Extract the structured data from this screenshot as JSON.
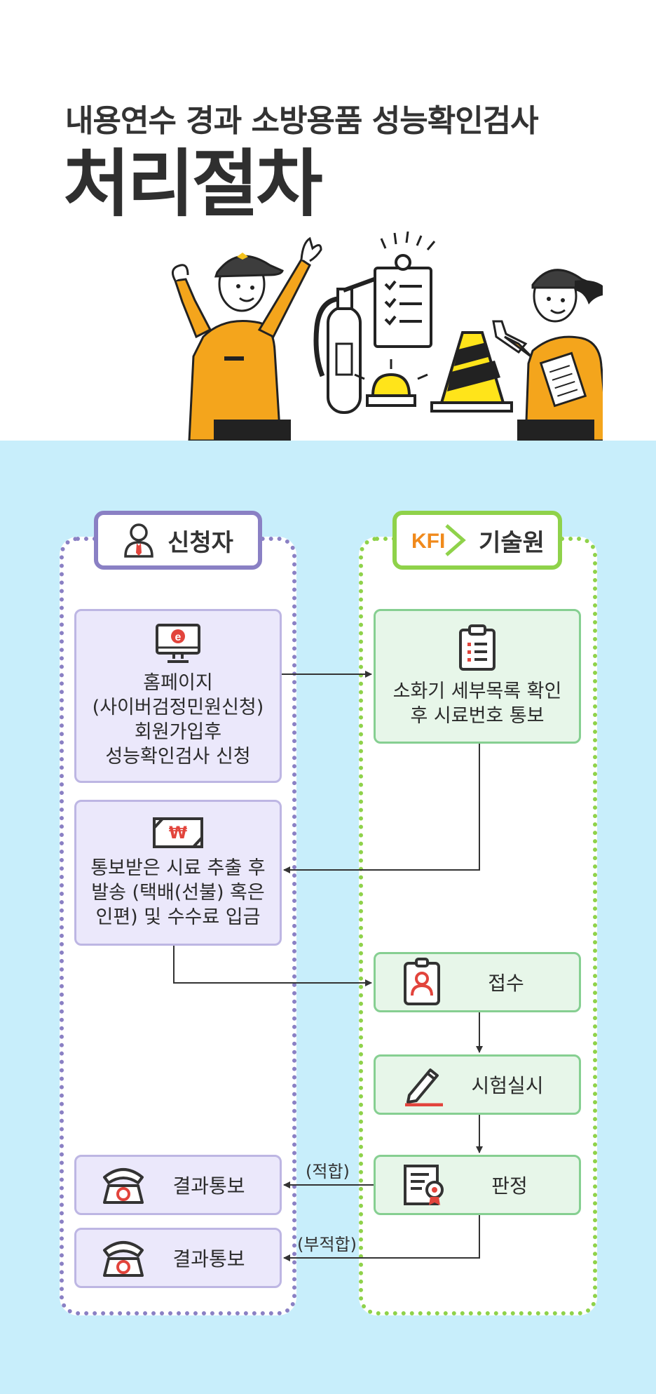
{
  "header": {
    "subtitle": "내용연수 경과 소방용품 성능확인검사",
    "title": "처리절차"
  },
  "lanes": {
    "applicant": {
      "label": "신청자",
      "color": "#8a80c4"
    },
    "kfi": {
      "label": "기술원",
      "logo": "KFI",
      "color": "#8fd24a"
    }
  },
  "steps": {
    "apply": {
      "lines": [
        "홈페이지",
        "(사이버검정민원신청)",
        "회원가입후",
        "성능확인검사 신청"
      ],
      "icon": "monitor-icon"
    },
    "check_list": {
      "lines": [
        "소화기 세부목록 확인",
        "후 시료번호 통보"
      ],
      "icon": "clipboard-list-icon"
    },
    "ship_pay": {
      "lines": [
        "통보받은 시료 추출 후",
        "발송 (택배(선불) 혹은",
        "인편) 및 수수료 입금"
      ],
      "icon": "won-bill-icon"
    },
    "receive": {
      "label": "접수",
      "icon": "id-badge-icon"
    },
    "test": {
      "label": "시험실시",
      "icon": "pen-icon"
    },
    "judge": {
      "label": "판정",
      "icon": "certificate-icon"
    },
    "result_pass": {
      "label": "결과통보",
      "icon": "telephone-icon"
    },
    "result_fail": {
      "label": "결과통보",
      "icon": "telephone-icon"
    }
  },
  "edges": {
    "pass_label": "(적합)",
    "fail_label": "(부적합)"
  },
  "colors": {
    "flow_background": "#c8eefb",
    "applicant_box": "#ebe8fb",
    "kfi_box": "#e7f6e9",
    "accent_red": "#e2443c"
  }
}
